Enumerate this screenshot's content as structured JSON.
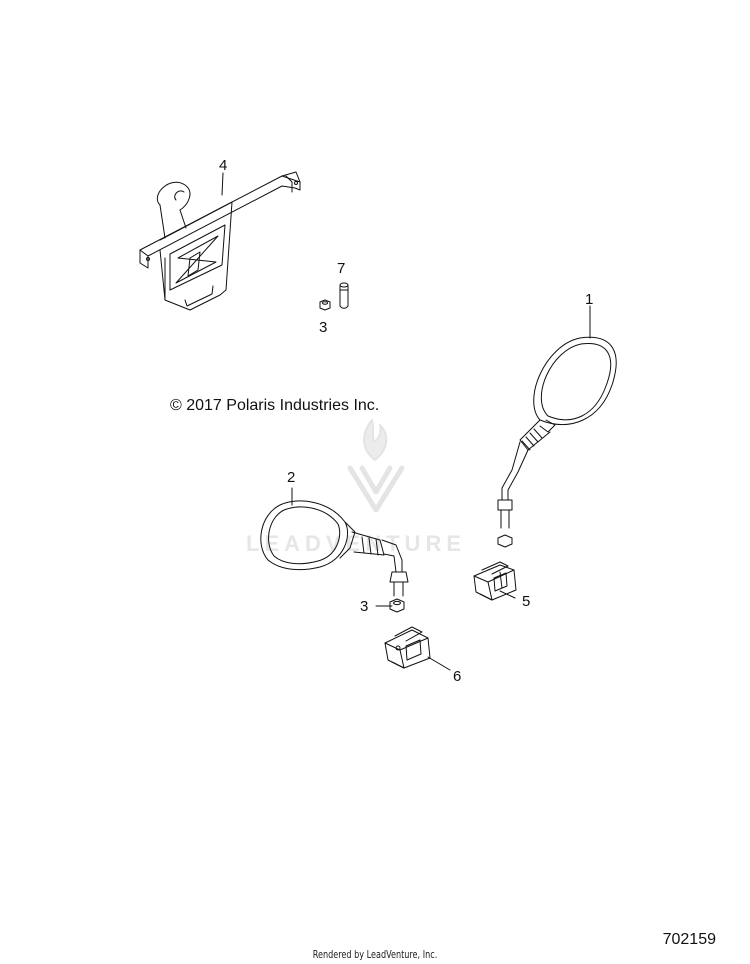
{
  "copyright": "© 2017 Polaris Industries Inc.",
  "rendered_by": "Rendered by LeadVenture, Inc.",
  "diagram_number": "702159",
  "watermark": {
    "text": "LEADVENTURE",
    "icon": "leadventure-flame-logo"
  },
  "callouts": [
    "1",
    "2",
    "3",
    "4",
    "5",
    "6",
    "7",
    "3"
  ],
  "parts": [
    {
      "callout": "1",
      "icon": "mirror-right-icon"
    },
    {
      "callout": "2",
      "icon": "mirror-left-icon"
    },
    {
      "callout": "3",
      "icon": "nut-icon"
    },
    {
      "callout": "4",
      "icon": "bracket-icon"
    },
    {
      "callout": "5",
      "icon": "clamp-block-icon"
    },
    {
      "callout": "6",
      "icon": "clamp-block-icon"
    },
    {
      "callout": "7",
      "icon": "bolt-icon"
    }
  ],
  "colors": {
    "line": "#111111",
    "background": "#ffffff",
    "watermark": "#e6e6e6"
  }
}
